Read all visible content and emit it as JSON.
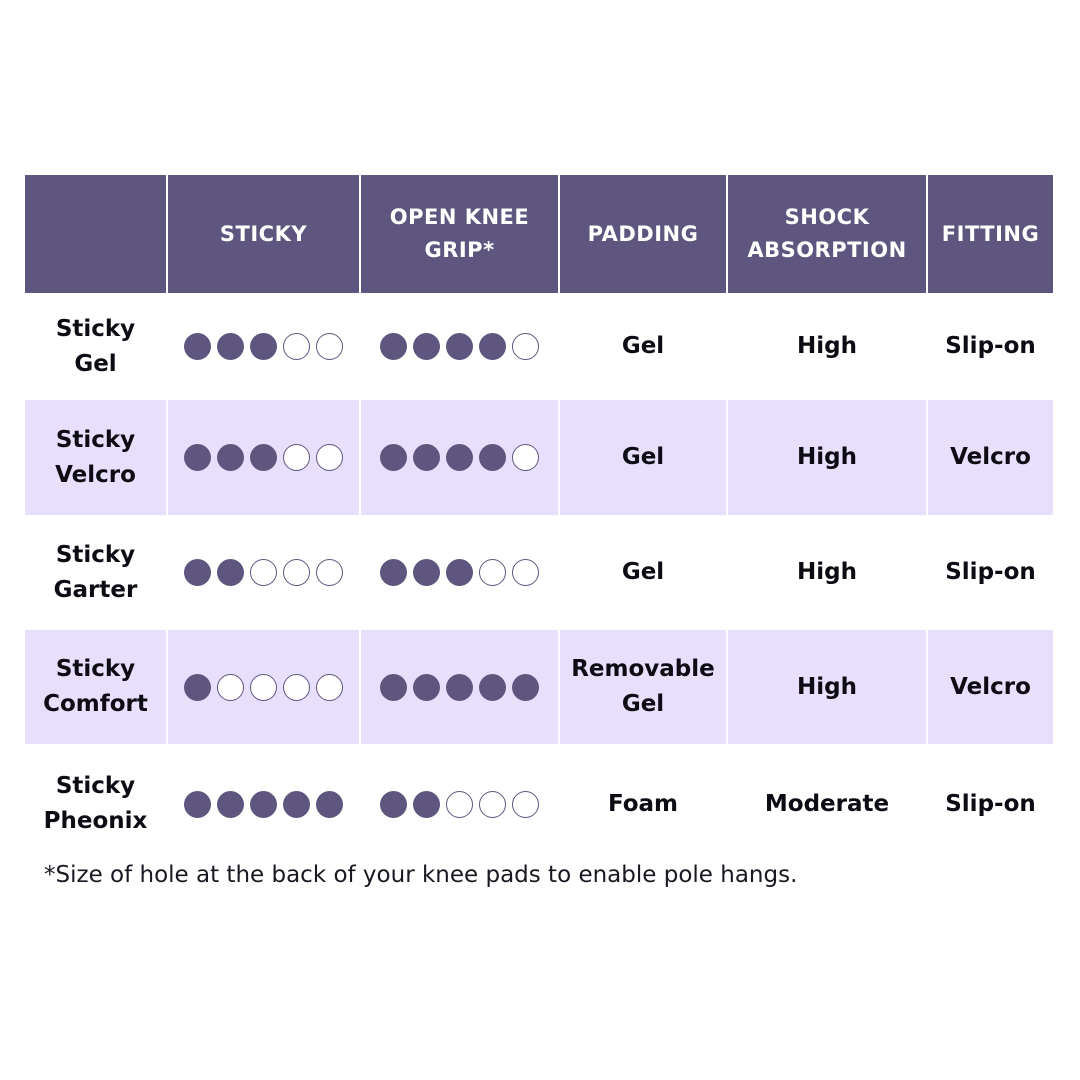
{
  "headers": [
    "",
    "STICKY",
    "OPEN KNEE GRIP*",
    "PADDING",
    "SHOCK ABSORPTION",
    "FITTING"
  ],
  "rows": [
    {
      "name": "Sticky Gel",
      "sticky": 3,
      "grip": 4,
      "padding": "Gel",
      "shock": "High",
      "fitting": "Slip-on"
    },
    {
      "name": "Sticky Velcro",
      "sticky": 3,
      "grip": 4,
      "padding": "Gel",
      "shock": "High",
      "fitting": "Velcro"
    },
    {
      "name": "Sticky Garter",
      "sticky": 2,
      "grip": 3,
      "padding": "Gel",
      "shock": "High",
      "fitting": "Slip-on"
    },
    {
      "name": "Sticky Comfort",
      "sticky": 1,
      "grip": 5,
      "padding": "Removable Gel",
      "shock": "High",
      "fitting": "Velcro"
    },
    {
      "name": "Sticky Pheonix",
      "sticky": 5,
      "grip": 2,
      "padding": "Foam",
      "shock": "Moderate",
      "fitting": "Slip-on"
    }
  ],
  "rating_max": 5,
  "footnote": "*Size of hole at the back of your knee pads to enable pole hangs.",
  "colors": {
    "header_bg": "#5e567e",
    "alt_row_bg": "#e8dffc",
    "dot": "#5e567e"
  }
}
